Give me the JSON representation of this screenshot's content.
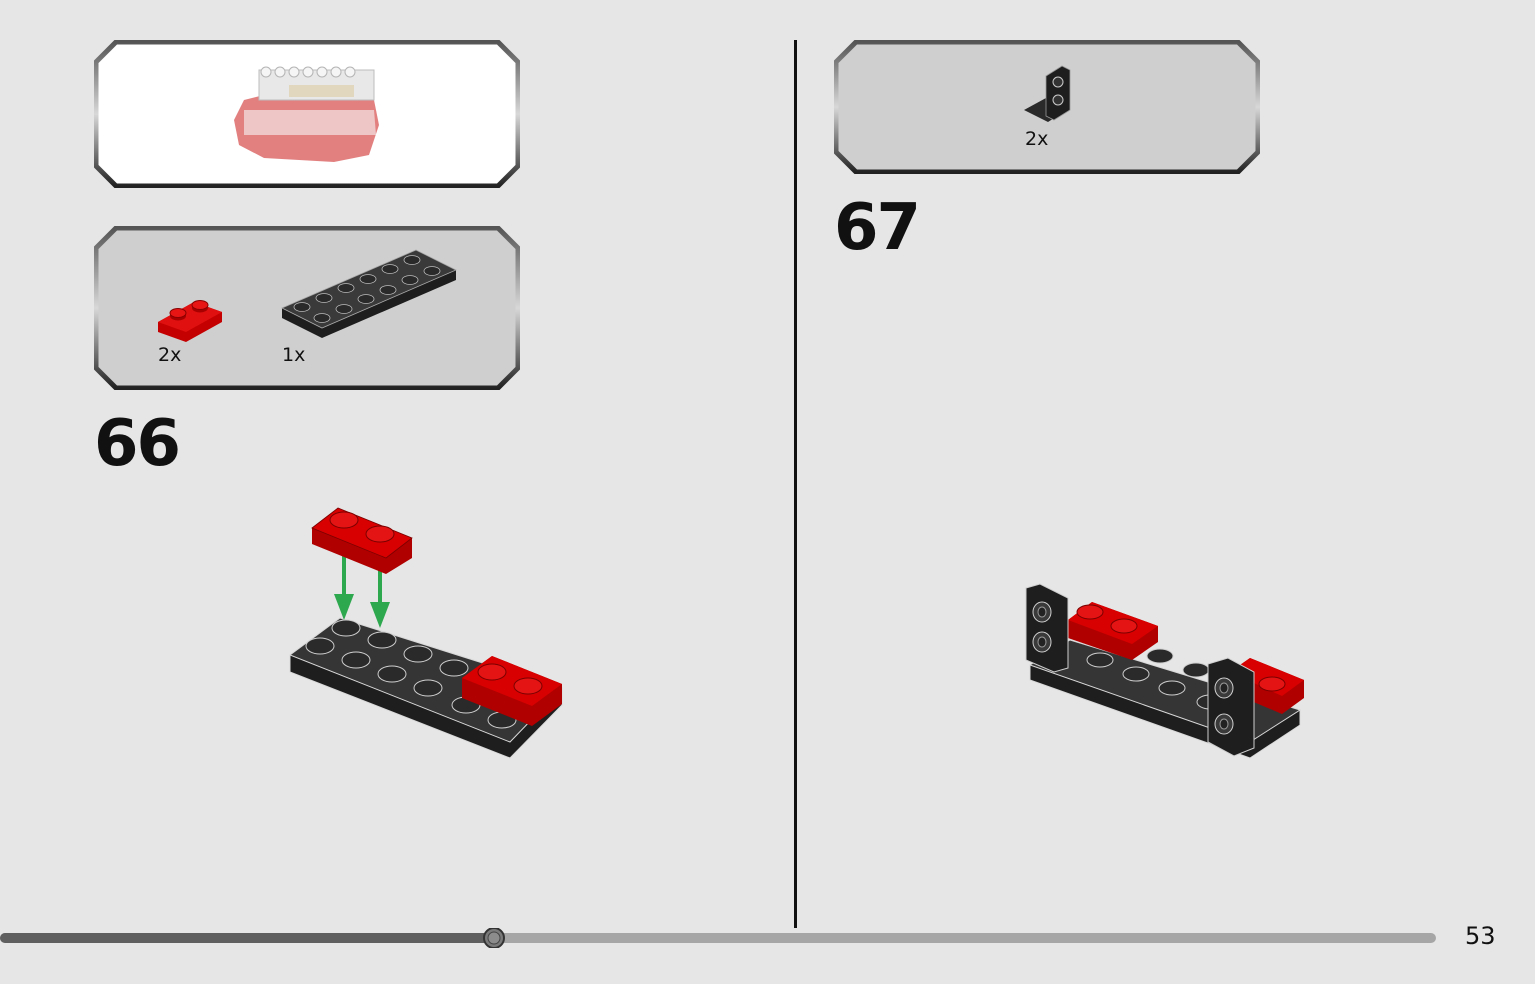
{
  "page": {
    "number": "53",
    "progress_fraction": 0.344
  },
  "steps": [
    {
      "number": "66",
      "parts": [
        {
          "qty": "2x",
          "part": "plate-1x2-red"
        },
        {
          "qty": "1x",
          "part": "plate-2x6-black"
        }
      ]
    },
    {
      "number": "67",
      "parts": [
        {
          "qty": "2x",
          "part": "bracket-1x2-black"
        }
      ]
    }
  ],
  "colors": {
    "background": "#e6e6e6",
    "parts_callout": "#cfcfcf",
    "overview_callout": "#ffffff",
    "brick_red": "#d40000",
    "brick_black": "#2e2e2e",
    "arrow_green": "#33a853",
    "progress_done": "#5f5f5f",
    "progress_remaining": "#a6a6a6"
  }
}
